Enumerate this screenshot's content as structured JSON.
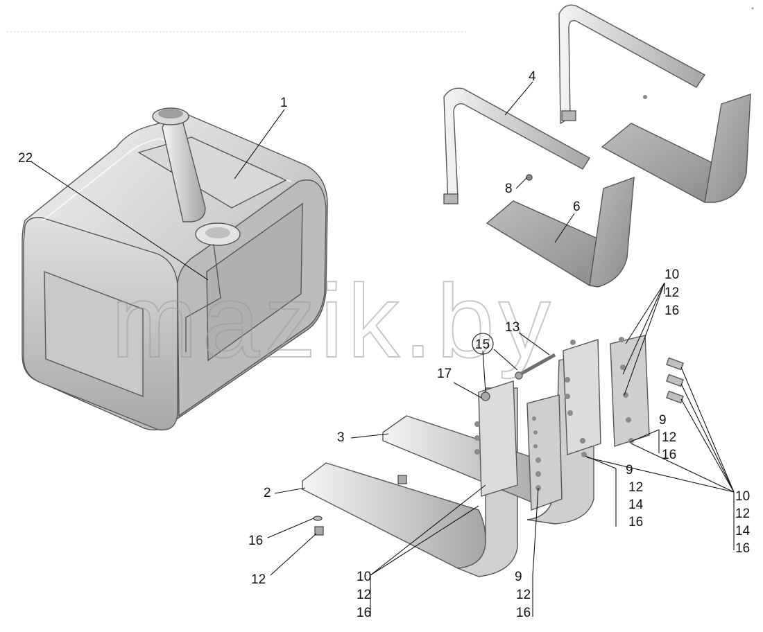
{
  "watermark": "mazik.by",
  "colors": {
    "metal_light": "#e6e6e6",
    "metal_mid": "#c4c4c4",
    "metal_dark": "#8e8e8e",
    "outline": "#555555",
    "ink": "#111111"
  },
  "callouts": {
    "c1": "1",
    "c22": "22",
    "c4": "4",
    "c8": "8",
    "c6": "6",
    "c13": "13",
    "c15": "15",
    "c17": "17",
    "c3": "3",
    "c2": "2",
    "c16a": "16",
    "c12a": "12",
    "s10a": "10",
    "s12a": "12",
    "s16a": "16",
    "s9b": "9",
    "s12b": "12",
    "s16b": "16",
    "s9c": "9",
    "s12c": "12",
    "s14c": "14",
    "s16c": "16",
    "s10d": "10",
    "s12d": "12",
    "s14d": "14",
    "s16d": "16",
    "s10e": "10",
    "s12e": "12",
    "s16e": "16",
    "s9f": "9",
    "s12f": "12",
    "s16f": "16"
  }
}
